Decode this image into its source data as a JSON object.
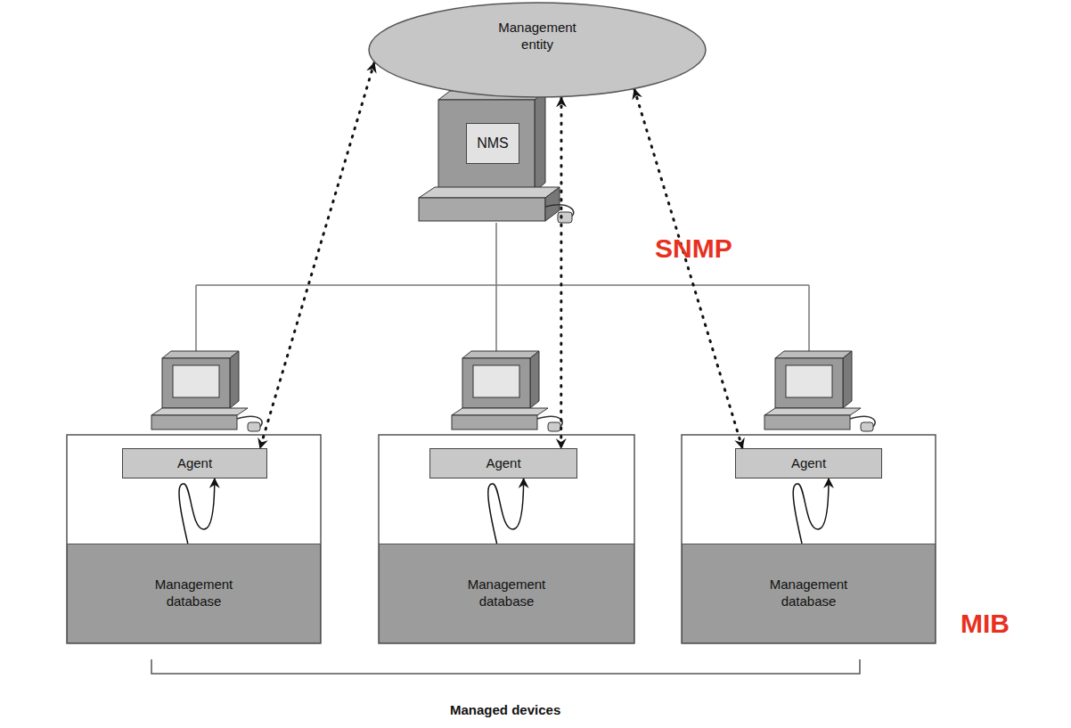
{
  "diagram": {
    "nodes": [
      {
        "text": [
          "Management entity"
        ]
      },
      {
        "text": [
          "NMS"
        ]
      },
      {
        "text": [
          "Agent"
        ]
      },
      {
        "text": [
          "Management database"
        ]
      },
      {
        "text": [
          "Agent"
        ]
      },
      {
        "text": [
          "Management database"
        ]
      },
      {
        "text": [
          "Agent"
        ]
      },
      {
        "text": [
          "Management database"
        ]
      }
    ],
    "edges": [
      {
        "from": 0,
        "to": 2,
        "arrow": "both"
      },
      {
        "from": 0,
        "to": 4,
        "arrow": "both"
      },
      {
        "from": 0,
        "to": 6,
        "arrow": "both"
      },
      {
        "from": 3,
        "to": 2,
        "arrow": "to"
      },
      {
        "from": 5,
        "to": 4,
        "arrow": "to"
      },
      {
        "from": 7,
        "to": 6,
        "arrow": "to"
      }
    ],
    "labels": [
      "SNMP",
      "MIB",
      "Managed devices"
    ]
  }
}
